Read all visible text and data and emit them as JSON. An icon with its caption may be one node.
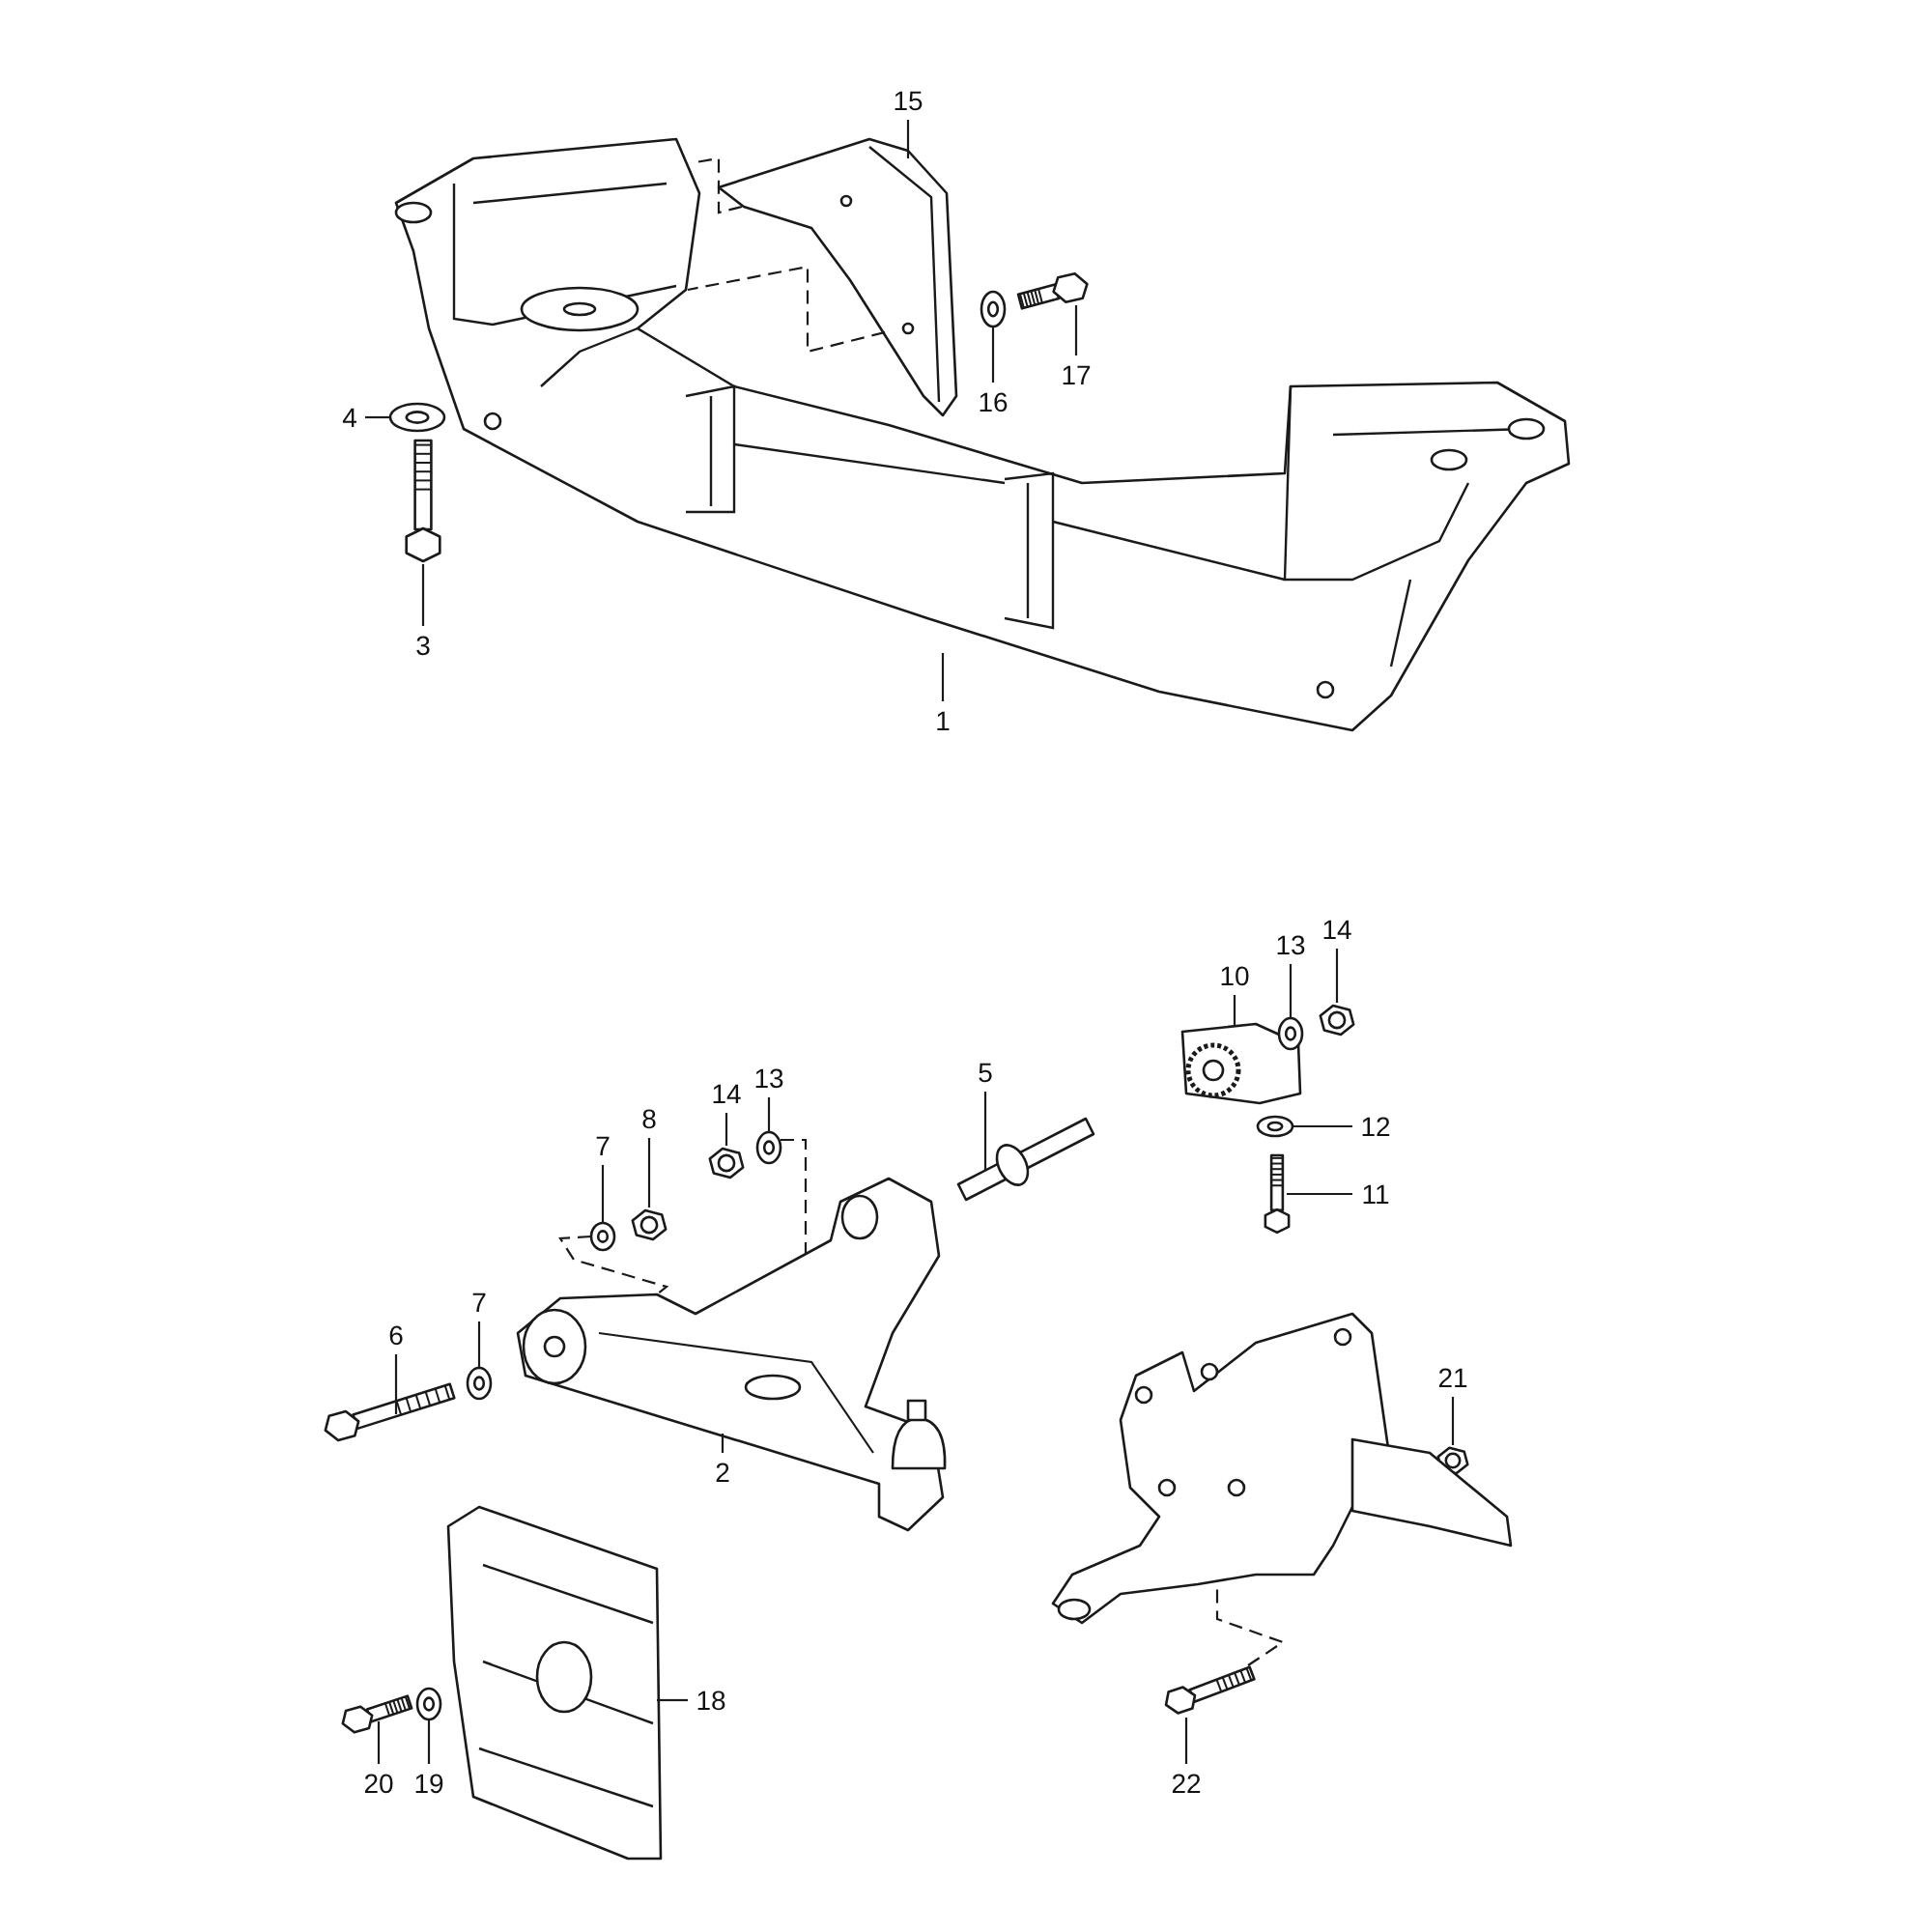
{
  "diagram": {
    "nodes": [
      {
        "text": [
          "15"
        ]
      },
      {
        "text": [
          "16"
        ]
      },
      {
        "text": [
          "17"
        ]
      },
      {
        "text": [
          "4"
        ]
      },
      {
        "text": [
          "3"
        ]
      },
      {
        "text": [
          "1"
        ]
      },
      {
        "text": [
          "10"
        ]
      },
      {
        "text": [
          "13"
        ]
      },
      {
        "text": [
          "14"
        ]
      },
      {
        "text": [
          "12"
        ]
      },
      {
        "text": [
          "11"
        ]
      },
      {
        "text": [
          "14"
        ]
      },
      {
        "text": [
          "13"
        ]
      },
      {
        "text": [
          "8"
        ]
      },
      {
        "text": [
          "7"
        ]
      },
      {
        "text": [
          "5"
        ]
      },
      {
        "text": [
          "6"
        ]
      },
      {
        "text": [
          "7"
        ]
      },
      {
        "text": [
          "2"
        ]
      },
      {
        "text": [
          "21"
        ]
      },
      {
        "text": [
          "18"
        ]
      },
      {
        "text": [
          "20"
        ]
      },
      {
        "text": [
          "19"
        ]
      },
      {
        "text": [
          "22"
        ]
      },
      {
        "text": [],
        "shape": "picture"
      },
      {
        "text": [],
        "shape": "picture"
      },
      {
        "text": [],
        "shape": "picture"
      },
      {
        "text": [],
        "shape": "picture"
      },
      {
        "text": [],
        "shape": "picture"
      },
      {
        "text": [],
        "shape": "picture"
      },
      {
        "text": [],
        "shape": "picture"
      },
      {
        "text": [],
        "shape": "picture"
      },
      {
        "text": [],
        "shape": "picture"
      },
      {
        "text": [],
        "shape": "picture"
      },
      {
        "text": [],
        "shape": "picture"
      },
      {
        "text": [],
        "shape": "picture"
      },
      {
        "text": [],
        "shape": "picture"
      },
      {
        "text": [],
        "shape": "picture"
      },
      {
        "text": [],
        "shape": "picture"
      },
      {
        "text": [],
        "shape": "picture"
      },
      {
        "text": [],
        "shape": "picture"
      },
      {
        "text": [],
        "shape": "picture"
      },
      {
        "text": [],
        "shape": "picture"
      },
      {
        "text": [],
        "shape": "picture"
      },
      {
        "text": [],
        "shape": "picture"
      },
      {
        "text": [],
        "shape": "picture"
      },
      {
        "text": [],
        "shape": "picture"
      },
      {
        "text": [],
        "shape": "picture"
      },
      {
        "text": [],
        "shape": "picture"
      }
    ],
    "edges": [
      {
        "from": 0,
        "to": 24,
        "arrow": "none"
      },
      {
        "from": 1,
        "to": 25,
        "arrow": "none"
      },
      {
        "from": 2,
        "to": 26,
        "arrow": "none"
      },
      {
        "from": 3,
        "to": 27,
        "arrow": "none"
      },
      {
        "from": 4,
        "to": 28,
        "arrow": "none"
      },
      {
        "from": 5,
        "to": 29,
        "arrow": "none"
      },
      {
        "from": 6,
        "to": 30,
        "arrow": "none"
      },
      {
        "from": 7,
        "to": 31,
        "arrow": "none"
      },
      {
        "from": 8,
        "to": 32,
        "arrow": "none"
      },
      {
        "from": 9,
        "to": 33,
        "arrow": "none"
      },
      {
        "from": 10,
        "to": 34,
        "arrow": "none"
      },
      {
        "from": 11,
        "to": 35,
        "arrow": "none"
      },
      {
        "from": 12,
        "to": 36,
        "arrow": "none"
      },
      {
        "from": 13,
        "to": 37,
        "arrow": "none"
      },
      {
        "from": 14,
        "to": 38,
        "arrow": "none"
      },
      {
        "from": 15,
        "to": 39,
        "arrow": "none"
      },
      {
        "from": 16,
        "to": 40,
        "arrow": "none"
      },
      {
        "from": 17,
        "to": 41,
        "arrow": "none"
      },
      {
        "from": 18,
        "to": 42,
        "arrow": "none"
      },
      {
        "from": 19,
        "to": 43,
        "arrow": "none"
      },
      {
        "from": 20,
        "to": 44,
        "arrow": "none"
      },
      {
        "from": 21,
        "to": 45,
        "arrow": "none"
      },
      {
        "from": 22,
        "to": 46,
        "arrow": "none"
      },
      {
        "from": 23,
        "to": 47,
        "arrow": "none"
      },
      {
        "from": 24,
        "to": 29,
        "arrow": "none",
        "style": "dashed"
      },
      {
        "from": 24,
        "to": 29,
        "arrow": "none",
        "style": "dashed"
      },
      {
        "from": 38,
        "to": 42,
        "arrow": "none",
        "style": "dashed"
      },
      {
        "from": 36,
        "to": 42,
        "arrow": "none",
        "style": "dashed"
      },
      {
        "from": 47,
        "to": 48,
        "arrow": "none",
        "style": "dashed"
      }
    ]
  }
}
